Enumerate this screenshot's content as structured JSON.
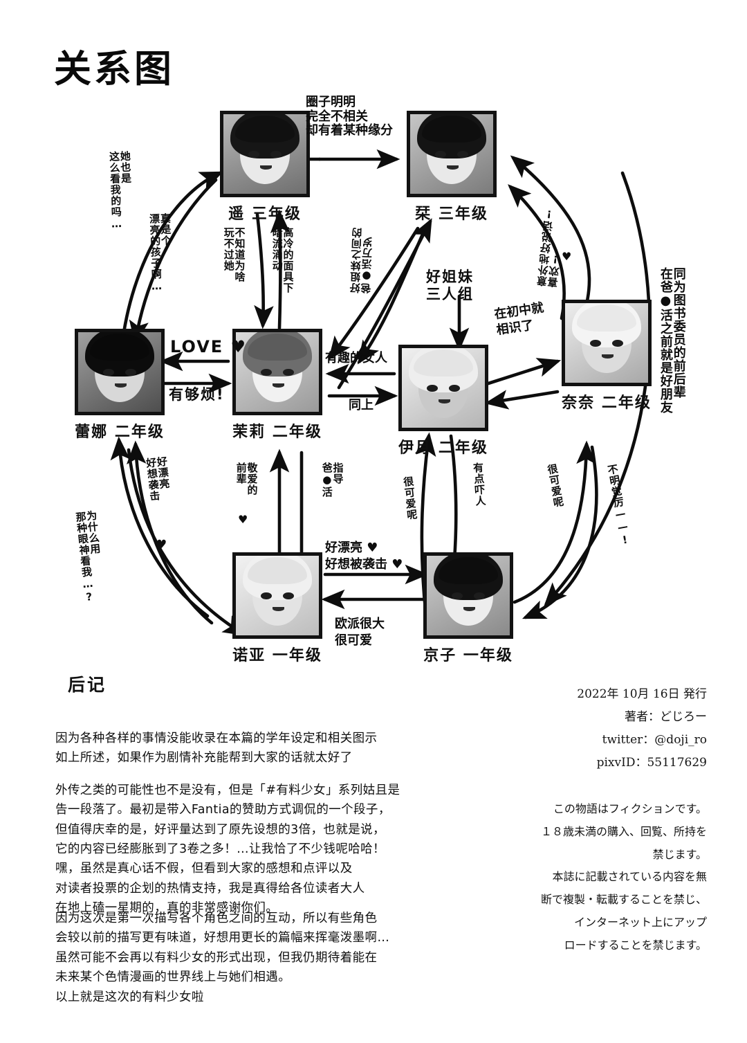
{
  "page": {
    "title": "关系图",
    "afterword_heading": "后记"
  },
  "characters": [
    {
      "id": "haruka",
      "name": "遥",
      "grade": "三年级",
      "label": "遥 三年级",
      "tone": "dark"
    },
    {
      "id": "shiori",
      "name": "栞",
      "grade": "三年级",
      "label": "栞 三年级",
      "tone": "dark"
    },
    {
      "id": "reina",
      "name": "蕾娜",
      "grade": "二年级",
      "label": "蕾娜 二年级",
      "tone": "darker"
    },
    {
      "id": "mori",
      "name": "茉莉",
      "grade": "二年级",
      "label": "茉莉 二年级",
      "tone": "mid"
    },
    {
      "id": "izuki",
      "name": "伊月",
      "grade": "二年级",
      "label": "伊月 二年级",
      "tone": "light"
    },
    {
      "id": "nana",
      "name": "奈奈",
      "grade": "二年级",
      "label": "奈奈 二年级",
      "tone": "light"
    },
    {
      "id": "noa",
      "name": "诺亚",
      "grade": "一年级",
      "label": "诺亚 一年级",
      "tone": "light"
    },
    {
      "id": "kyoko",
      "name": "京子",
      "grade": "一年级",
      "label": "京子 一年级",
      "tone": "dark"
    }
  ],
  "group_labels": {
    "sisters_trio": "好姐妹\n三人组"
  },
  "edges": [
    {
      "id": "e-haruka-shiori",
      "text": "圈子明明\n完全不相关\n却有着某种缘分"
    },
    {
      "id": "e-reina-haruka",
      "text": "她也是\n这么看我的吗…"
    },
    {
      "id": "e-haruka-reina",
      "text": "真是个\n漂亮的孩子啊…"
    },
    {
      "id": "e-haruka-mori-a",
      "text": "不知道为啥\n玩不过她"
    },
    {
      "id": "e-mori-haruka",
      "text": "高冷的面具下\n暗流涌动"
    },
    {
      "id": "e-sisters-papa",
      "text": "好姐妹之间的\n爸●活万岁"
    },
    {
      "id": "e-shiori-nana",
      "text": "意外地好说话!\n喜欢!"
    },
    {
      "id": "e-library-pair",
      "text": "同为图书委员的前后辈\n在爸●活之前就是好朋友"
    },
    {
      "id": "e-reina-mori",
      "text": "LOVE"
    },
    {
      "id": "e-mori-reina",
      "text": "有够烦!"
    },
    {
      "id": "e-izuki-mori",
      "text": "有趣的女人"
    },
    {
      "id": "e-mori-izuki",
      "text": "同上"
    },
    {
      "id": "e-izuki-nana",
      "text": "在初中就\n相识了"
    },
    {
      "id": "e-noa-reina-a",
      "text": "为什么用\n那种眼神看我…?"
    },
    {
      "id": "e-noa-reina-b",
      "text": "好漂亮\n好想袭击"
    },
    {
      "id": "e-noa-mori",
      "text": "敬爱的\n前辈"
    },
    {
      "id": "e-mori-noa",
      "text": "指导\n爸●活"
    },
    {
      "id": "e-kyoko-izuki",
      "text": "很可爱呢"
    },
    {
      "id": "e-izuki-kyoko",
      "text": "有点吓人"
    },
    {
      "id": "e-noa-kyoko",
      "text": "好漂亮 ♥\n好想被袭击 ♥"
    },
    {
      "id": "e-kyoko-noa",
      "text": "欧派很大\n很可爱"
    },
    {
      "id": "e-kyoko-nana",
      "text": "很可爱呢"
    },
    {
      "id": "e-nana-kyoko",
      "text": "不明觉厉——!"
    }
  ],
  "afterword": {
    "p1": "因为各种各样的事情没能收录在本篇的学年设定和相关图示\n如上所述，如果作为剧情补充能帮到大家的话就太好了",
    "p2": "外传之类的可能性也不是没有，但是「#有料少女」系列姑且是\n告一段落了。最初是带入Fantia的赞助方式调侃的一个段子，\n但值得庆幸的是，好评量达到了原先设想的3倍，也就是说，\n它的内容已经膨胀到了3卷之多！…让我恰了不少钱呢哈哈！\n嘿，虽然是真心话不假，但看到大家的感想和点评以及\n对读者投票的企划的热情支持，我是真得给各位读者大人\n在地上磕一星期的，真的非常感谢你们。",
    "p3": "因为这次是第一次描写各个角色之间的互动，所以有些角色\n会较以前的描写更有味道，好想用更长的篇幅来挥毫泼墨啊…\n虽然可能不会再以有料少女的形式出现，但我仍期待着能在\n未来某个色情漫画的世界线上与她们相遇。",
    "p4": "以上就是这次的有料少女啦"
  },
  "colophon": {
    "lines": "2022年 10月 16日 発行\n著者：どじろー\ntwitter：@doji_ro\npixvID：55117629"
  },
  "notice": {
    "lines": "この物語はフィクションです。\n１８歳未満の購入、回覧、所持を\n禁じます。\n本誌に記載されている内容を無\n断で複製・転載することを禁じ、\nインターネット上にアップ\nロードすることを禁じます。"
  },
  "colors": {
    "ink": "#0d0d0d",
    "paper": "#ffffff",
    "frame": "#121212"
  }
}
